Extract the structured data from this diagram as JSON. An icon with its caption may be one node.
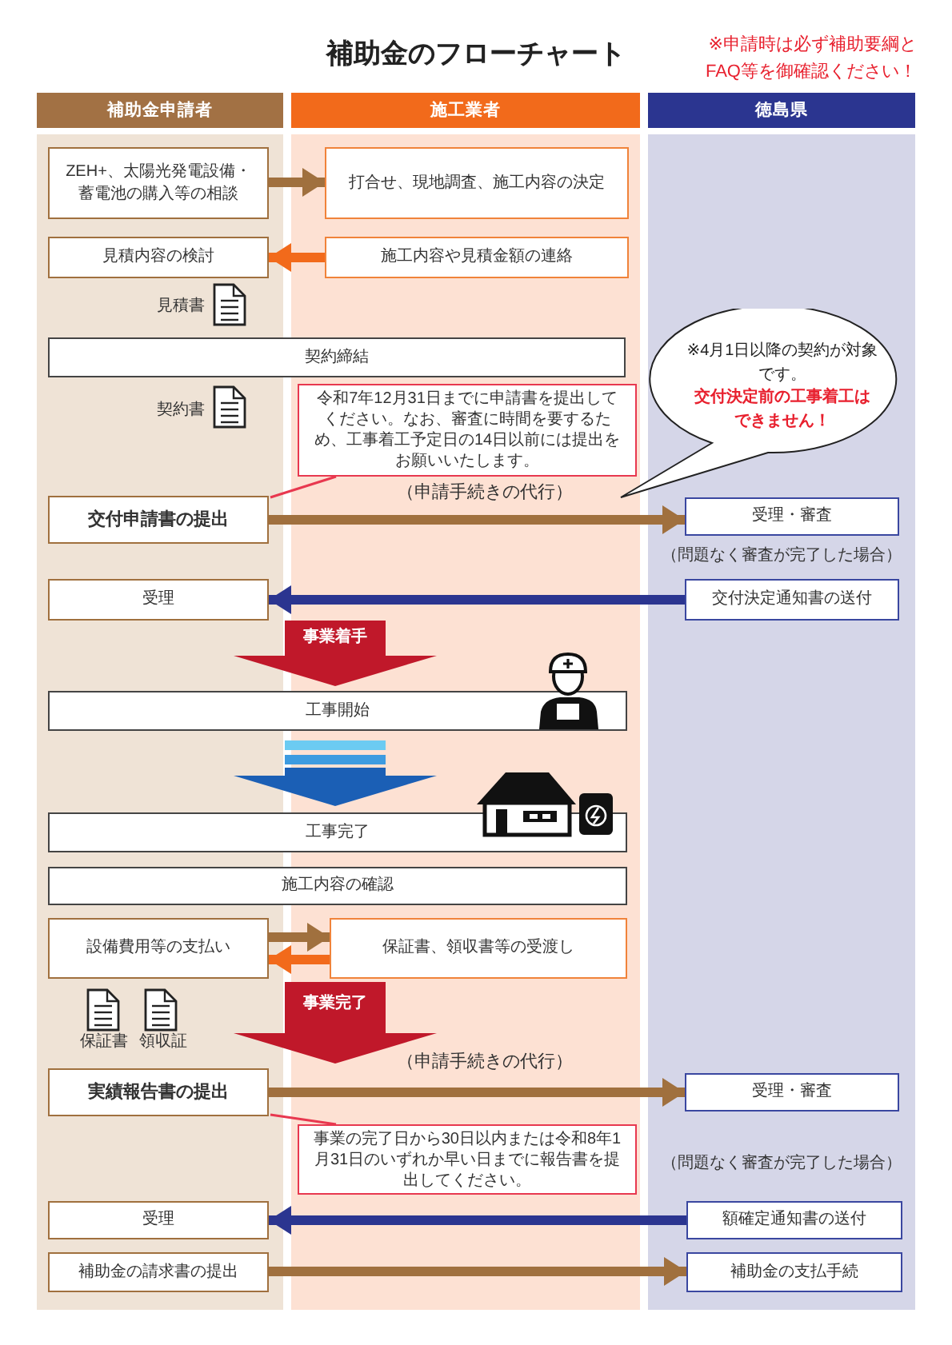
{
  "diagram": {
    "title": "補助金のフローチャート",
    "nodes": [
      {
        "text": [
          "補助金申請者"
        ]
      },
      {
        "text": [
          "施工業者"
        ]
      },
      {
        "text": [
          "徳島県"
        ]
      },
      {
        "text": [
          "ZEH+、太陽光発電設備・蓄電池の購入等の相談"
        ]
      },
      {
        "text": [
          "打合せ、現地調査、施工内容の決定"
        ]
      },
      {
        "text": [
          "見積内容の検討"
        ]
      },
      {
        "text": [
          "施工内容や見積金額の連絡"
        ]
      },
      {
        "text": [
          "契約締結"
        ]
      },
      {
        "text": [
          "令和7年12月31日までに申請書を提出してください。なお、審査に時間を要するため、工事着工予定日の14日以前には提出をお願いいたします。"
        ]
      },
      {
        "text": [
          "※4月1日以降の契約が対象です。",
          "交付決定前の工事着工はできません！"
        ]
      },
      {
        "text": [
          "交付申請書の提出"
        ]
      },
      {
        "text": [
          "受理・審査"
        ]
      },
      {
        "text": [
          "受理"
        ]
      },
      {
        "text": [
          "交付決定通知書の送付"
        ]
      },
      {
        "text": [
          "工事開始"
        ]
      },
      {
        "text": [
          "工事完了"
        ]
      },
      {
        "text": [
          "施工内容の確認"
        ]
      },
      {
        "text": [
          "設備費用等の支払い"
        ]
      },
      {
        "text": [
          "保証書、領収書等の受渡し"
        ]
      },
      {
        "text": [
          "実績報告書の提出"
        ]
      },
      {
        "text": [
          "受理・審査"
        ]
      },
      {
        "text": [
          "事業の完了日から30日以内または令和8年1月31日のいずれか早い日までに報告書を提出してください。"
        ]
      },
      {
        "text": [
          "受理"
        ]
      },
      {
        "text": [
          "額確定通知書の送付"
        ]
      },
      {
        "text": [
          "補助金の請求書の提出"
        ]
      },
      {
        "text": [
          "補助金の支払手続"
        ]
      }
    ],
    "edges": [
      {
        "from": 3,
        "to": 4,
        "arrow": "to"
      },
      {
        "from": 6,
        "to": 5,
        "arrow": "to",
        "color": "#f26a1b"
      },
      {
        "from": 8,
        "to": 10,
        "arrow": "none",
        "color": "#e8384f"
      },
      {
        "from": 10,
        "to": 11,
        "arrow": "to",
        "label": "（申請手続きの代行）"
      },
      {
        "from": 13,
        "to": 12,
        "arrow": "to",
        "color": "#2b3590"
      },
      {
        "from": 12,
        "to": 14,
        "arrow": "to",
        "label": "事業着手",
        "style": "thick",
        "color": "#c0182a"
      },
      {
        "from": 14,
        "to": 15,
        "arrow": "to",
        "style": "thick",
        "color": "#1b5fb5"
      },
      {
        "from": 17,
        "to": 18,
        "arrow": "to"
      },
      {
        "from": 18,
        "to": 17,
        "arrow": "to",
        "color": "#f26a1b"
      },
      {
        "from": 17,
        "to": 19,
        "arrow": "to",
        "label": "事業完了",
        "style": "thick",
        "color": "#c0182a"
      },
      {
        "from": 19,
        "to": 20,
        "arrow": "to",
        "label": "（申請手続きの代行）"
      },
      {
        "from": 21,
        "to": 19,
        "arrow": "none",
        "color": "#e8384f"
      },
      {
        "from": 23,
        "to": 22,
        "arrow": "to",
        "color": "#2b3590"
      },
      {
        "from": 24,
        "to": 25,
        "arrow": "to"
      }
    ],
    "labels": [
      "※申請時は必ず補助要綱とFAQ等を御確認ください！",
      "見積書",
      "契約書",
      "（問題なく審査が完了した場合）",
      "保証書",
      "領収証",
      "（問題なく審査が完了した場合）"
    ]
  }
}
